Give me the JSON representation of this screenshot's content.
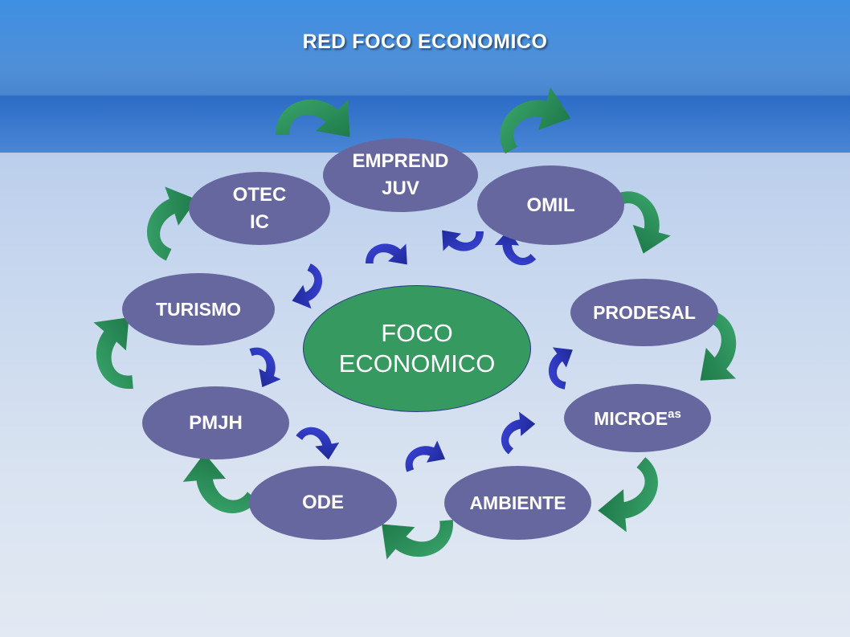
{
  "title": "RED FOCO ECONOMICO",
  "center": {
    "line1": "FOCO",
    "line2": "ECONOMICO"
  },
  "nodes": {
    "emprend": {
      "line1": "EMPREND",
      "line2": "JUV"
    },
    "otec": {
      "line1": "OTEC",
      "line2": "IC"
    },
    "omil": {
      "label": "OMIL"
    },
    "turismo": {
      "label": "TURISMO"
    },
    "prodesal": {
      "label": "PRODESAL"
    },
    "pmjh": {
      "label": "PMJH"
    },
    "microe": {
      "label": "MICROE",
      "superscript": "as"
    },
    "ode": {
      "label": "ODE"
    },
    "ambiente": {
      "label": "AMBIENTE"
    }
  },
  "colors": {
    "node_fill": "#67679f",
    "center_fill": "#359960",
    "outer_arrows": "#2f9a62",
    "inner_arrows": "#2e35c8"
  },
  "icons": {
    "outer": "curved-arrow-icon",
    "inner": "curved-arrow-icon"
  }
}
